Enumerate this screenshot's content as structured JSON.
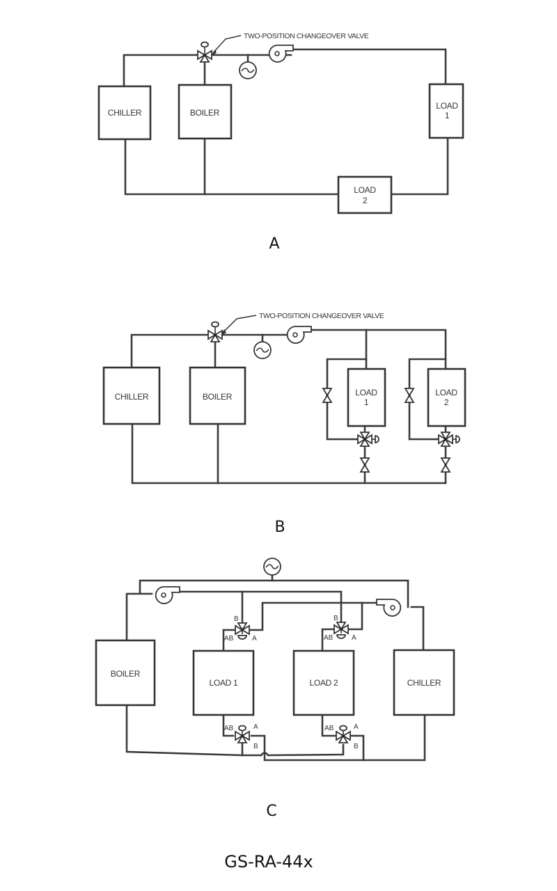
{
  "figure": {
    "code": "GS-RA-44x",
    "panels": [
      {
        "id": "A",
        "letter": "A",
        "callout": "TWO-POSITION CHANGEOVER VALVE",
        "components": {
          "chiller": "CHILLER",
          "boiler": "BOILER",
          "load1": [
            "LOAD",
            "1"
          ],
          "load2": [
            "LOAD",
            "2"
          ]
        }
      },
      {
        "id": "B",
        "letter": "B",
        "callout": "TWO-POSITION CHANGEOVER VALVE",
        "components": {
          "chiller": "CHILLER",
          "boiler": "BOILER",
          "load1": [
            "LOAD",
            "1"
          ],
          "load2": [
            "LOAD",
            "2"
          ]
        }
      },
      {
        "id": "C",
        "letter": "C",
        "components": {
          "boiler": "BOILER",
          "load1": "LOAD 1",
          "load2": "LOAD 2",
          "chiller": "CHILLER"
        },
        "port_labels": {
          "a": "A",
          "b": "B",
          "ab": "AB"
        }
      }
    ]
  }
}
